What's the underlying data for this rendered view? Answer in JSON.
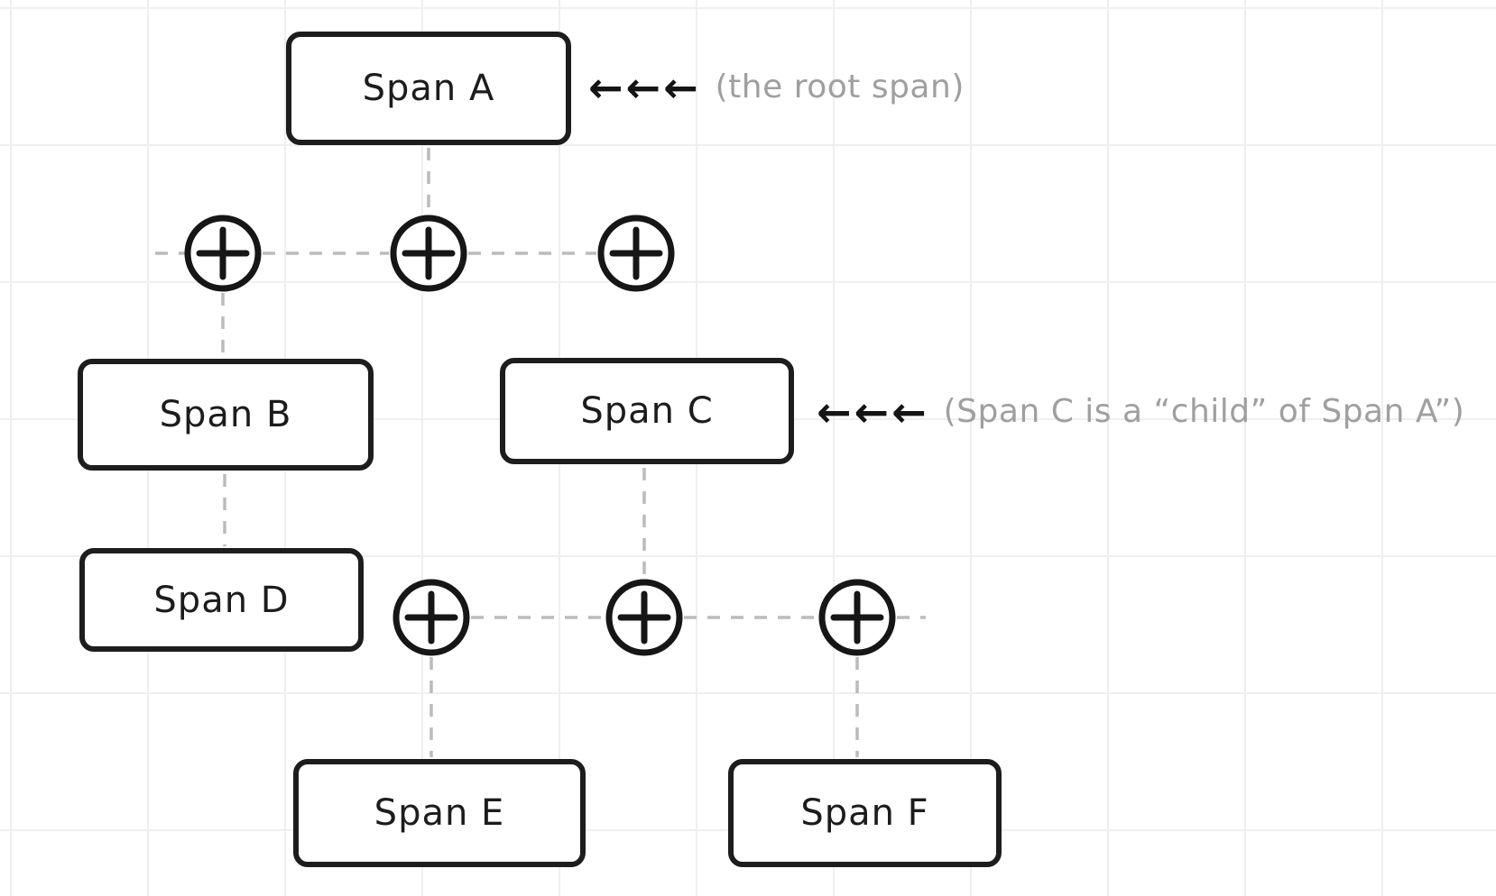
{
  "diagram": {
    "nodes": {
      "a": {
        "label": "Span A"
      },
      "b": {
        "label": "Span B"
      },
      "c": {
        "label": "Span C"
      },
      "d": {
        "label": "Span D"
      },
      "e": {
        "label": "Span E"
      },
      "f": {
        "label": "Span F"
      }
    },
    "edges": [
      {
        "from": "Span A",
        "to": "Span B",
        "style": "dashed"
      },
      {
        "from": "Span A",
        "to": "Span C",
        "style": "dashed"
      },
      {
        "from": "Span B",
        "to": "Span D",
        "style": "dashed"
      },
      {
        "from": "Span C",
        "to": "Span E",
        "style": "dashed"
      },
      {
        "from": "Span C",
        "to": "Span F",
        "style": "dashed"
      }
    ],
    "annotations": {
      "root": {
        "arrows": "←←←",
        "text": "(the root span)"
      },
      "child": {
        "arrows": "←←←",
        "text": "(Span C is a “child” of Span A”)"
      }
    },
    "icons": {
      "join": "plus-circle-icon"
    },
    "colors": {
      "node_stroke": "#1d1d1d",
      "dashed_connector": "#bbbbbb",
      "annotation_text": "#9f9f9f",
      "arrow": "#141414",
      "background": "#ffffff",
      "grid": "#f0efef"
    }
  }
}
